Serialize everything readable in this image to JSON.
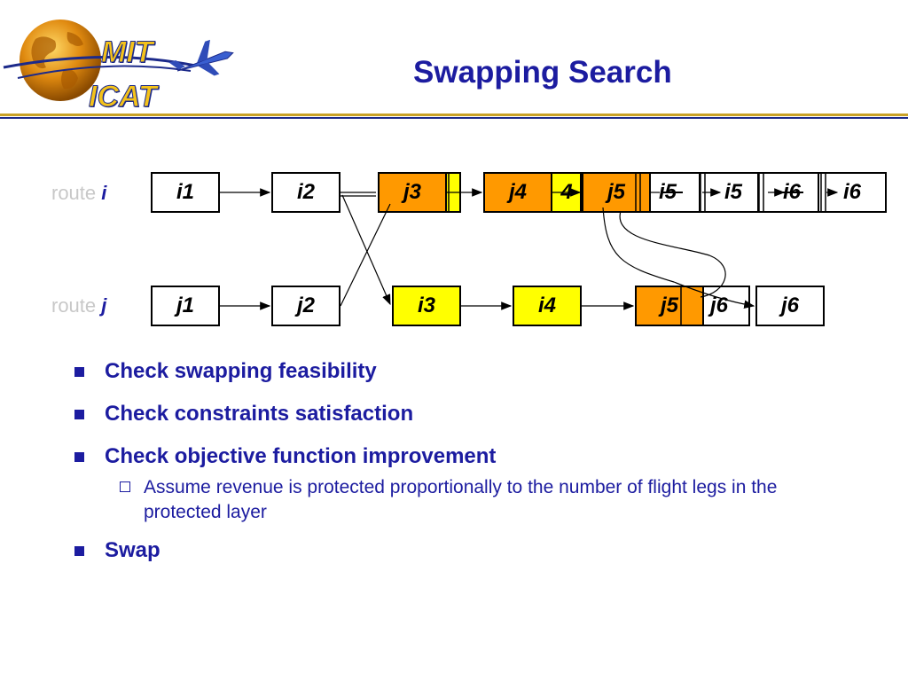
{
  "header": {
    "logo_line1": "MIT",
    "logo_line2": "ICAT",
    "title": "Swapping Search"
  },
  "colors": {
    "title_blue": "#1c1ca0",
    "node_orange": "#ff9900",
    "node_yellow": "#ffff00",
    "rule_gold": "#c9a227",
    "rule_blue": "#1c2a8a"
  },
  "diagram": {
    "route_i": {
      "prefix": "route ",
      "var": "i"
    },
    "route_j": {
      "prefix": "route ",
      "var": "j"
    },
    "row_i": {
      "i1": "i1",
      "i2": "i2",
      "j3": "j3",
      "j4": "j4",
      "i4_ghost": "4",
      "j5": "j5",
      "i5_strike": "i5",
      "i5": "i5",
      "i6_strike": "i6",
      "i6": "i6"
    },
    "row_j": {
      "j1": "j1",
      "j2": "j2",
      "i3": "i3",
      "i4": "i4",
      "j5": "j5",
      "j6_strike": "j6",
      "j6": "j6"
    }
  },
  "bullets": [
    {
      "text": "Check swapping feasibility"
    },
    {
      "text": "Check constraints satisfaction"
    },
    {
      "text": "Check objective function improvement",
      "sub": "Assume revenue is protected proportionally to the number of flight legs in the protected layer"
    },
    {
      "text": "Swap"
    }
  ]
}
